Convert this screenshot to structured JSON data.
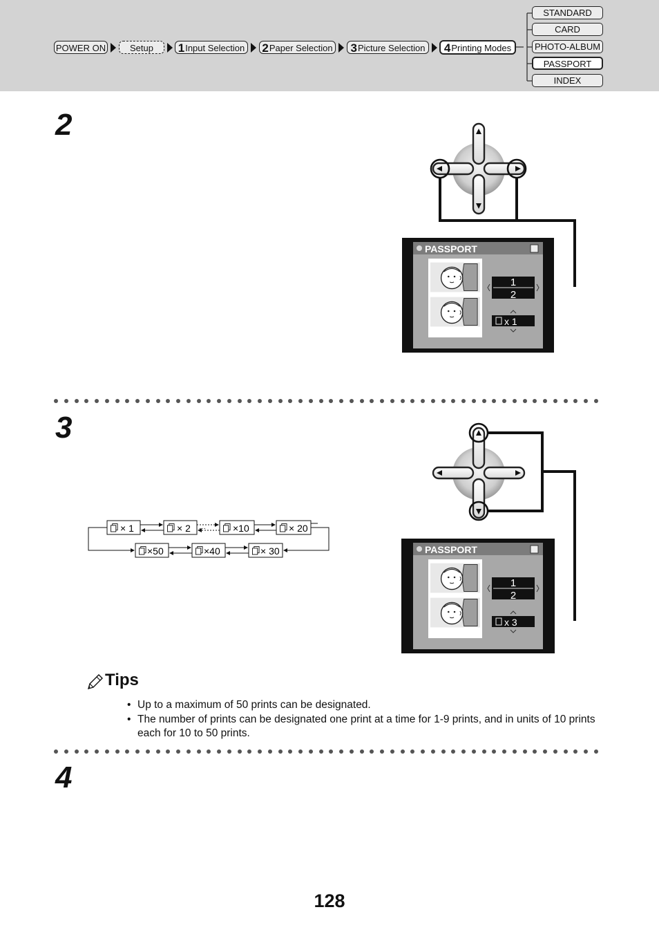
{
  "header": {
    "breadcrumb": [
      {
        "num": "",
        "label": "POWER ON"
      },
      {
        "num": "",
        "label": "Setup"
      },
      {
        "num": "1",
        "label": "Input Selection"
      },
      {
        "num": "2",
        "label": "Paper Selection"
      },
      {
        "num": "3",
        "label": "Picture Selection"
      },
      {
        "num": "4",
        "label": "Printing Modes"
      }
    ],
    "modes": [
      "STANDARD",
      "CARD",
      "PHOTO-ALBUM",
      "PASSPORT",
      "INDEX"
    ]
  },
  "steps": [
    "2",
    "3",
    "4"
  ],
  "screens": [
    {
      "title": "PASSPORT",
      "fraction_num": "1",
      "fraction_den": "2",
      "count": "x 1"
    },
    {
      "title": "PASSPORT",
      "fraction_num": "1",
      "fraction_den": "2",
      "count": "x 3"
    }
  ],
  "cycle": {
    "top": [
      "× 1",
      "× 2",
      "×10",
      "× 20"
    ],
    "bottom": [
      "×50",
      "×40",
      "× 30"
    ]
  },
  "tips": {
    "title": "Tips",
    "items": [
      "Up to a maximum of 50 prints can be designated.",
      "The number of prints can be designated one print at a time for 1-9 prints, and in units of 10 prints each for 10 to 50 prints."
    ]
  },
  "page_number": "128"
}
